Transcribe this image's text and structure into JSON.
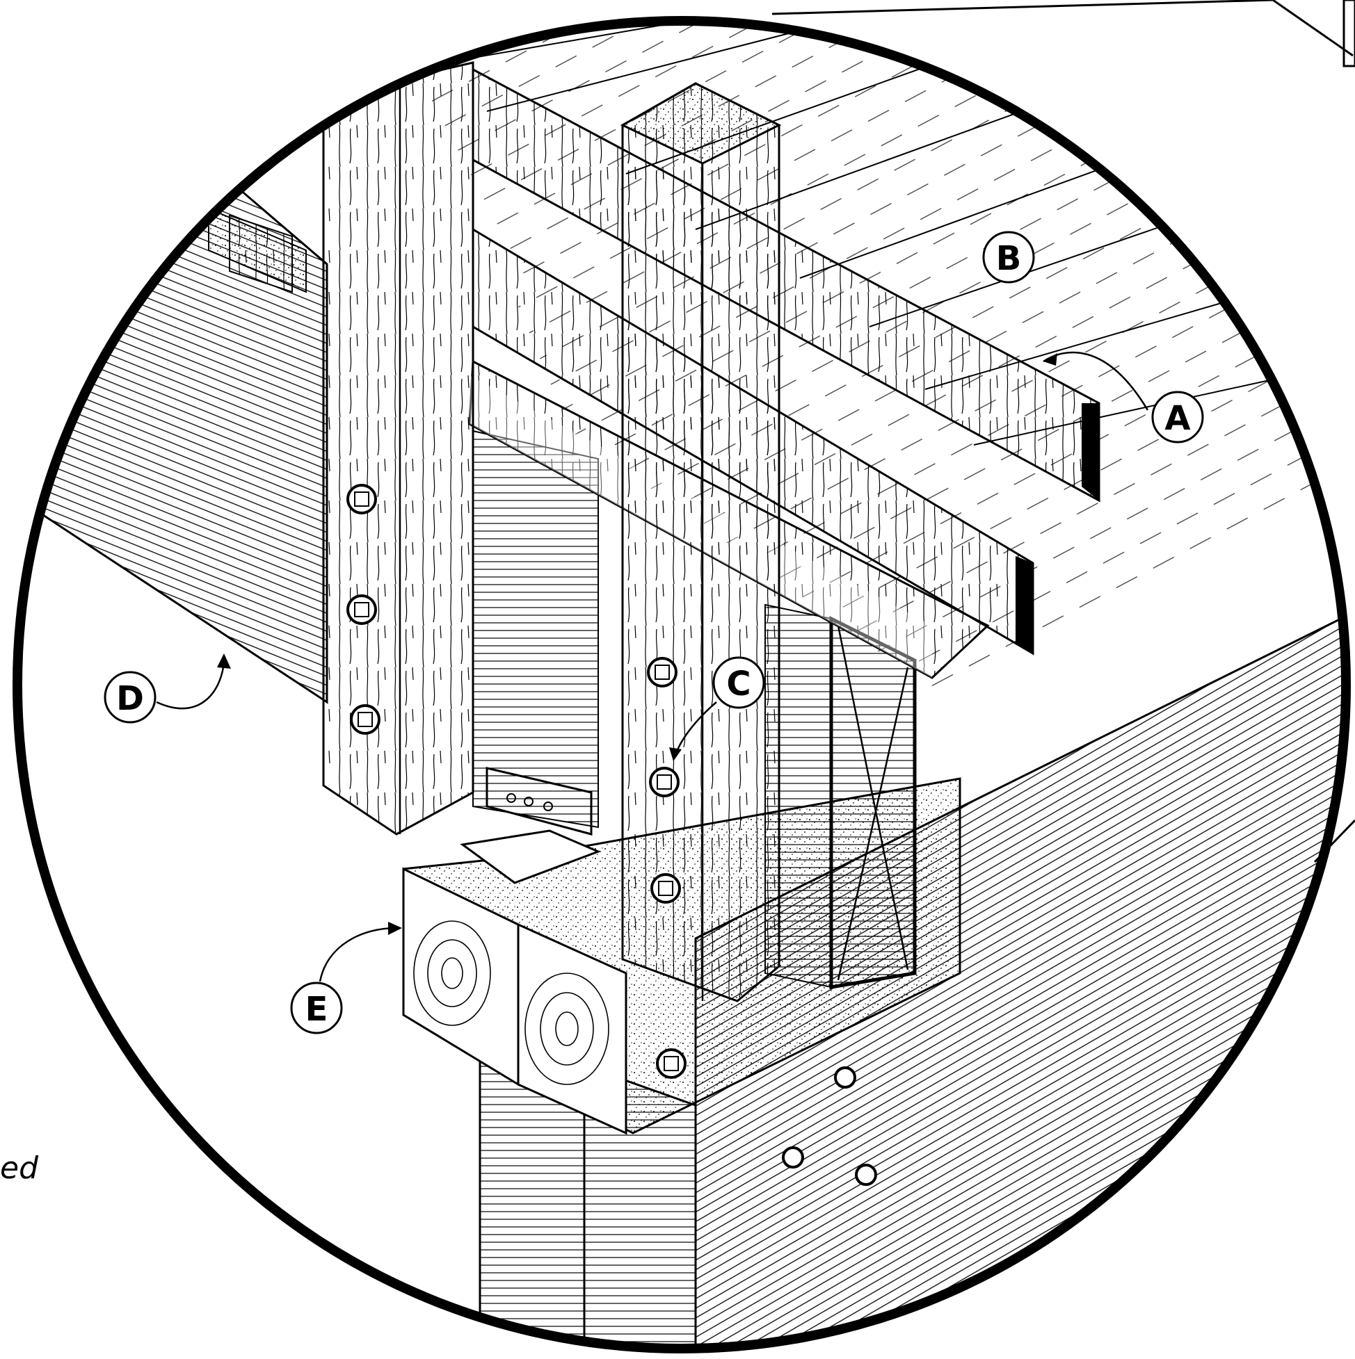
{
  "diagram": {
    "callouts": [
      {
        "id": "A",
        "label": "A"
      },
      {
        "id": "B",
        "label": "B"
      },
      {
        "id": "C",
        "label": "C"
      },
      {
        "id": "D",
        "label": "D"
      },
      {
        "id": "E",
        "label": "E"
      }
    ],
    "margin_text": "ed"
  }
}
